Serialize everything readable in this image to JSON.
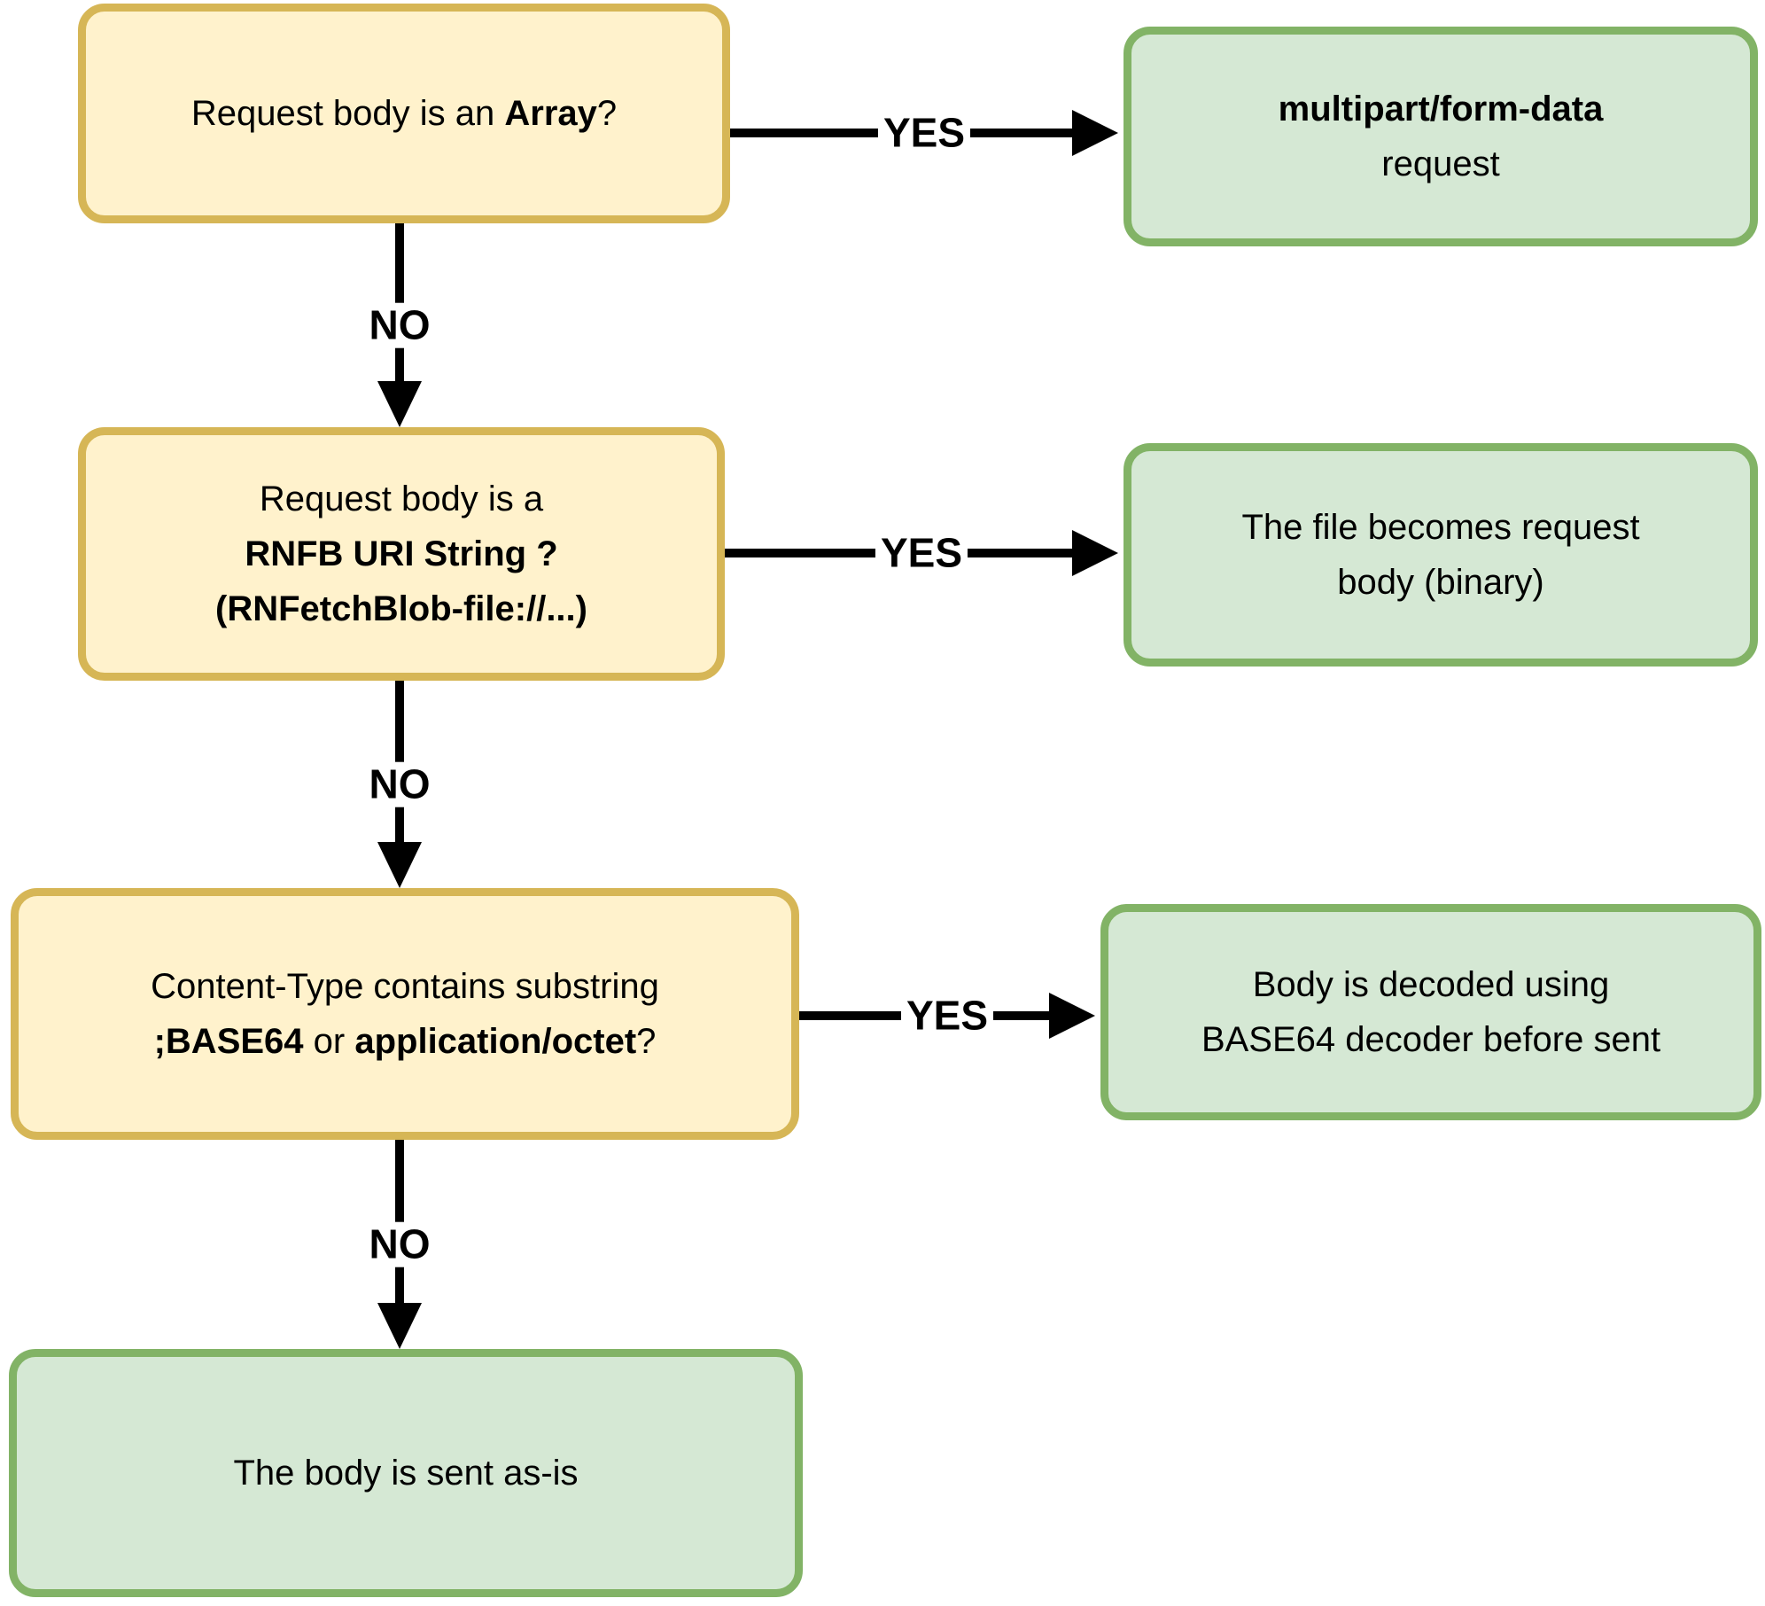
{
  "colors": {
    "decision_fill": "#FFF2CC",
    "decision_border": "#D6B656",
    "result_fill": "#D5E8D4",
    "result_border": "#82B366",
    "arrow": "#000000",
    "text": "#000000",
    "background": "#FFFFFF"
  },
  "nodes": {
    "q_array": {
      "lines": [
        [
          {
            "t": "Request body is an ",
            "b": false
          },
          {
            "t": "Array",
            "b": true
          },
          {
            "t": "?",
            "b": false
          }
        ]
      ]
    },
    "r_multipart": {
      "lines": [
        [
          {
            "t": "multipart/form-data",
            "b": true
          }
        ],
        [
          {
            "t": "request",
            "b": false
          }
        ]
      ]
    },
    "q_rnfb": {
      "lines": [
        [
          {
            "t": "Request body is a",
            "b": false
          }
        ],
        [
          {
            "t": "RNFB URI String ?",
            "b": true
          }
        ],
        [
          {
            "t": "(RNFetchBlob-file://...)",
            "b": true
          }
        ]
      ]
    },
    "r_file": {
      "lines": [
        [
          {
            "t": "The file becomes request",
            "b": false
          }
        ],
        [
          {
            "t": "body (binary)",
            "b": false
          }
        ]
      ]
    },
    "q_base64": {
      "lines": [
        [
          {
            "t": "Content-Type contains substring",
            "b": false
          }
        ],
        [
          {
            "t": ";BASE64",
            "b": true
          },
          {
            "t": " or ",
            "b": false
          },
          {
            "t": "application/octet",
            "b": true
          },
          {
            "t": "?",
            "b": false
          }
        ]
      ]
    },
    "r_decode": {
      "lines": [
        [
          {
            "t": "Body is decoded using",
            "b": false
          }
        ],
        [
          {
            "t": "BASE64 decoder before sent",
            "b": false
          }
        ]
      ]
    },
    "r_asis": {
      "lines": [
        [
          {
            "t": "The body is sent as-is",
            "b": false
          }
        ]
      ]
    }
  },
  "edges": {
    "yes1": {
      "label": "YES"
    },
    "yes2": {
      "label": "YES"
    },
    "yes3": {
      "label": "YES"
    },
    "no1": {
      "label": "NO"
    },
    "no2": {
      "label": "NO"
    },
    "no3": {
      "label": "NO"
    }
  }
}
